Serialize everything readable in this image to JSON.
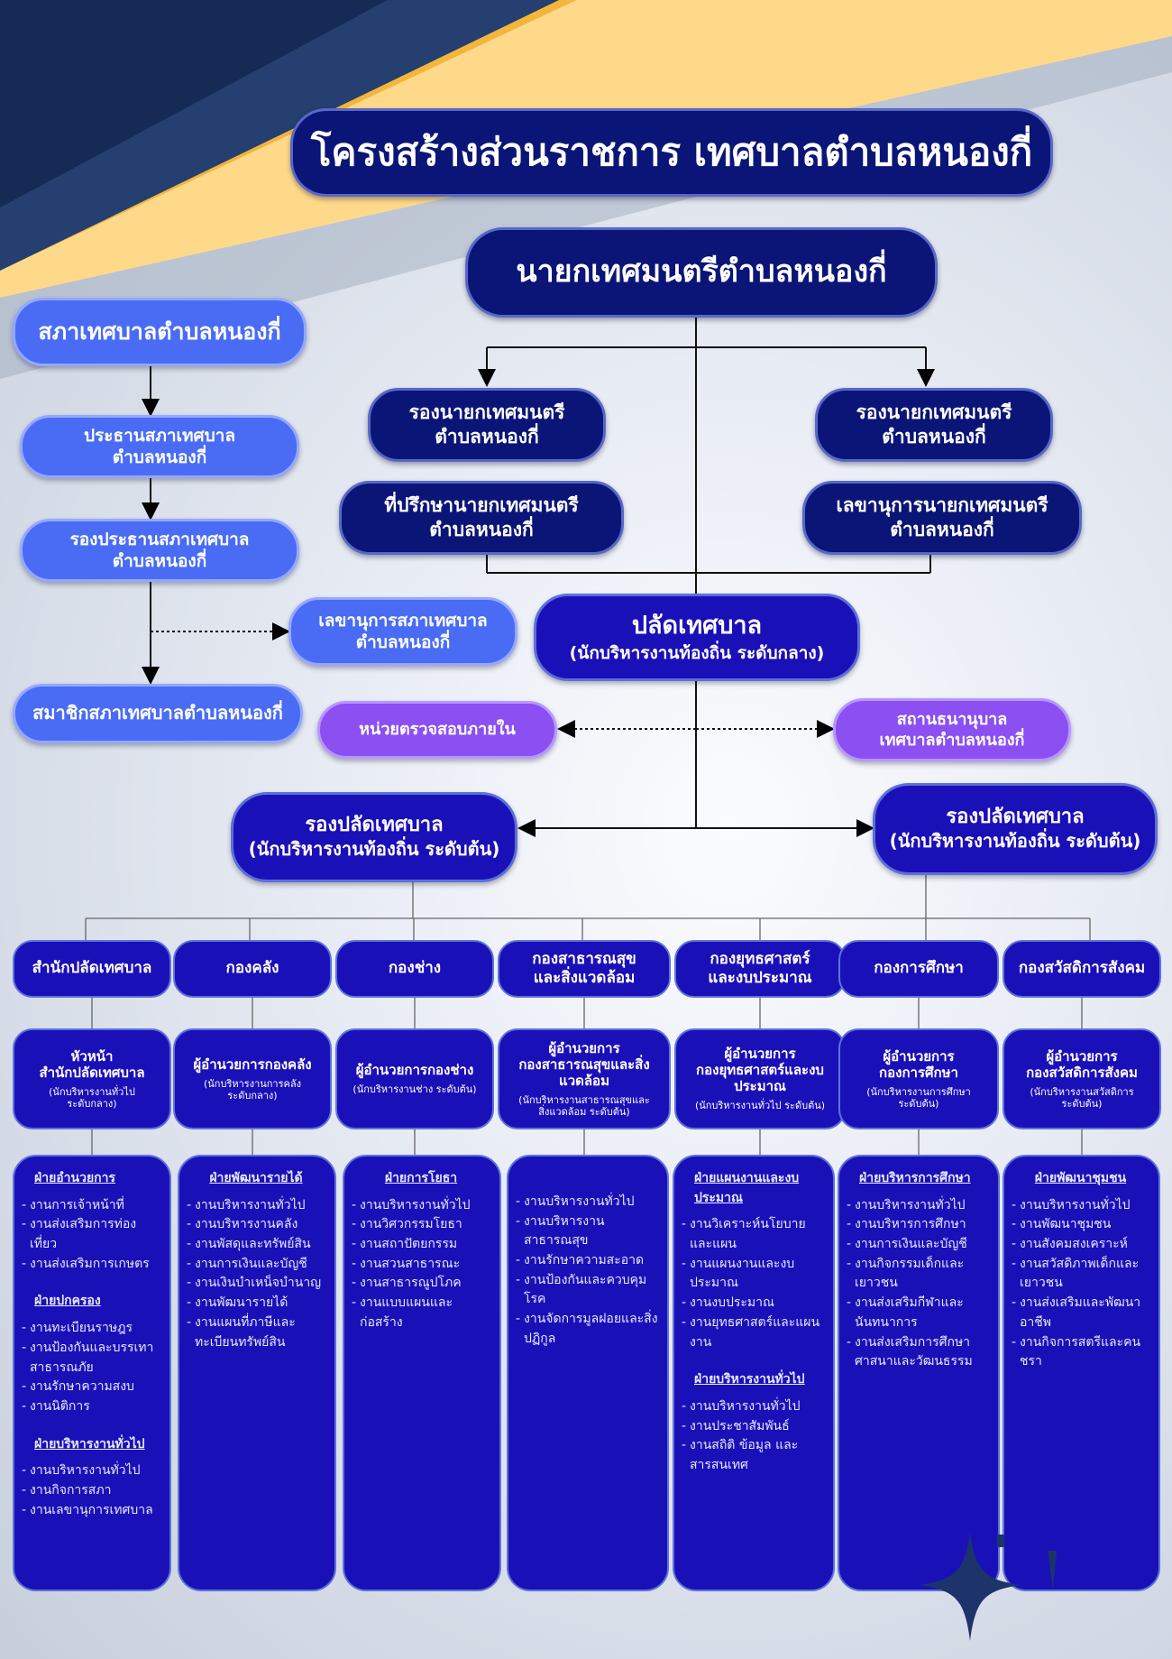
{
  "title": "โครงสร้างส่วนราชการ เทศบาลตำบลหนองกี่",
  "mayor": "นายกเทศมนตรีตำบลหนองกี่",
  "deputy_mayor": [
    "รองนายกเทศมนตรี",
    "ตำบลหนองกี่"
  ],
  "advisor": [
    "ที่ปรึกษานายกเทศมนตรี",
    "ตำบลหนองกี่"
  ],
  "secretary": [
    "เลขานุการนายกเทศมนตรี",
    "ตำบลหนองกี่"
  ],
  "council": {
    "name": "สภาเทศบาลตำบลหนองกี่",
    "chair": [
      "ประธานสภาเทศบาล",
      "ตำบลหนองกี่"
    ],
    "vice_chair": [
      "รองประธานสภาเทศบาล",
      "ตำบลหนองกี่"
    ],
    "secretary": [
      "เลขานุการสภาเทศบาล",
      "ตำบลหนองกี่"
    ],
    "members": "สมาชิกสภาเทศบาลตำบลหนองกี่"
  },
  "clerk": {
    "name": "ปลัดเทศบาล",
    "sub": "(นักบริหารงานท้องถิ่น ระดับกลาง)"
  },
  "audit": "หน่วยตรวจสอบภายใน",
  "pawnshop": [
    "สถานธนานุบาล",
    "เทศบาลตำบลหนองกี่"
  ],
  "deputy_clerk": {
    "name": "รองปลัดเทศบาล",
    "sub": "(นักบริหารงานท้องถิ่น ระดับต้น)"
  },
  "departments": [
    {
      "name": [
        "สำนักปลัดเทศบาล"
      ],
      "head": {
        "title": [
          "หัวหน้า",
          "สำนักปลัดเทศบาล"
        ],
        "sub": [
          "(นักบริหารงานทั่วไป",
          "ระดับกลาง)"
        ]
      },
      "sections": [
        {
          "title": "ฝ่ายอำนวยการ",
          "items": [
            "งานการเจ้าหน้าที่",
            "งานส่งเสริมการท่องเที่ยว",
            "งานส่งเสริมการเกษตร"
          ]
        },
        {
          "title": "ฝ่ายปกครอง",
          "items": [
            "งานทะเบียนราษฎร",
            "งานป้องกันและบรรเทาสาธารณภัย",
            "งานรักษาความสงบ",
            "งานนิติการ"
          ]
        },
        {
          "title": "ฝ่ายบริหารงานทั่วไป",
          "items": [
            "งานบริหารงานทั่วไป",
            "งานกิจการสภา",
            "งานเลขานุการเทศบาล"
          ]
        }
      ]
    },
    {
      "name": [
        "กองคลัง"
      ],
      "head": {
        "title": [
          "ผู้อำนวยการกองคลัง"
        ],
        "sub": [
          "(นักบริหารงานการคลัง",
          "ระดับกลาง)"
        ]
      },
      "sections": [
        {
          "title": "ฝ่ายพัฒนารายได้",
          "items": [
            "งานบริหารงานทั่วไป",
            "งานบริหารงานคลัง",
            "งานพัสดุและทรัพย์สิน",
            "งานการเงินและบัญชี",
            "งานเงินบำเหน็จบำนาญ",
            "งานพัฒนารายได้",
            "งานแผนที่ภาษีและทะเบียนทรัพย์สิน"
          ]
        }
      ]
    },
    {
      "name": [
        "กองช่าง"
      ],
      "head": {
        "title": [
          "ผู้อำนวยการกองช่าง"
        ],
        "sub": [
          "(นักบริหารงานช่าง ระดับต้น)"
        ]
      },
      "sections": [
        {
          "title": "ฝ่ายการโยธา",
          "items": [
            "งานบริหารงานทั่วไป",
            "งานวิศวกรรมโยธา",
            "งานสถาปัตยกรรม",
            "งานสวนสาธารณะ",
            "งานสาธารณูปโภค",
            "งานแบบแผนและก่อสร้าง"
          ]
        }
      ]
    },
    {
      "name": [
        "กองสาธารณสุข",
        "และสิ่งแวดล้อม"
      ],
      "head": {
        "title": [
          "ผู้อำนวยการ",
          "กองสาธารณสุขและสิ่งแวดล้อม"
        ],
        "sub": [
          "(นักบริหารงานสาธารณสุขและ",
          "สิ่งแวดล้อม ระดับต้น)"
        ]
      },
      "sections": [
        {
          "title": "",
          "items": [
            "งานบริหารงานทั่วไป",
            "งานบริหารงานสาธารณสุข",
            "งานรักษาความสะอาด",
            "งานป้องกันและควบคุมโรค",
            "งานจัดการมูลฝอยและสิ่งปฏิกูล"
          ]
        }
      ]
    },
    {
      "name": [
        "กองยุทธศาสตร์",
        "และงบประมาณ"
      ],
      "head": {
        "title": [
          "ผู้อำนวยการ",
          "กองยุทธศาสตร์และงบประมาณ"
        ],
        "sub": [
          "(นักบริหารงานทั่วไป ระดับต้น)"
        ]
      },
      "sections": [
        {
          "title": "ฝ่ายแผนงานและงบประมาณ",
          "items": [
            "งานวิเคราะห์นโยบายและแผน",
            "งานแผนงานและงบประมาณ",
            "งานงบประมาณ",
            "งานยุทธศาสตร์และแผนงาน"
          ]
        },
        {
          "title": "ฝ่ายบริหารงานทั่วไป",
          "items": [
            "งานบริหารงานทั่วไป",
            "งานประชาสัมพันธ์",
            "งานสถิติ ข้อมูล และสารสนเทศ"
          ]
        }
      ]
    },
    {
      "name": [
        "กองการศึกษา"
      ],
      "head": {
        "title": [
          "ผู้อำนวยการ",
          "กองการศึกษา"
        ],
        "sub": [
          "(นักบริหารงานการศึกษา",
          "ระดับต้น)"
        ]
      },
      "sections": [
        {
          "title": "ฝ่ายบริหารการศึกษา",
          "items": [
            "งานบริหารงานทั่วไป",
            "งานบริหารการศึกษา",
            "งานการเงินและบัญชี",
            "งานกิจกรรมเด็กและเยาวชน",
            "งานส่งเสริมกีฬาและนันทนาการ",
            "งานส่งเสริมการศึกษา ศาสนาและวัฒนธรรม"
          ]
        }
      ]
    },
    {
      "name": [
        "กองสวัสดิการสังคม"
      ],
      "head": {
        "title": [
          "ผู้อำนวยการ",
          "กองสวัสดิการสังคม"
        ],
        "sub": [
          "(นักบริหารงานสวัสดิการ",
          "ระดับต้น)"
        ]
      },
      "sections": [
        {
          "title": "ฝ่ายพัฒนาชุมชน",
          "items": [
            "งานบริหารงานทั่วไป",
            "งานพัฒนาชุมชน",
            "งานสังคมสงเคราะห์",
            "งานสวัสดิภาพเด็กและเยาวชน",
            "งานส่งเสริมและพัฒนาอาชีพ",
            "งานกิจการสตรีและคนชรา"
          ]
        }
      ]
    }
  ],
  "colors": {
    "dark": "#0b1577",
    "mid": "#1a10b8",
    "light": "#4a6cf5",
    "purple": "#8b4ff2",
    "gold": "#f5b83a",
    "navy": "#1b3563"
  }
}
